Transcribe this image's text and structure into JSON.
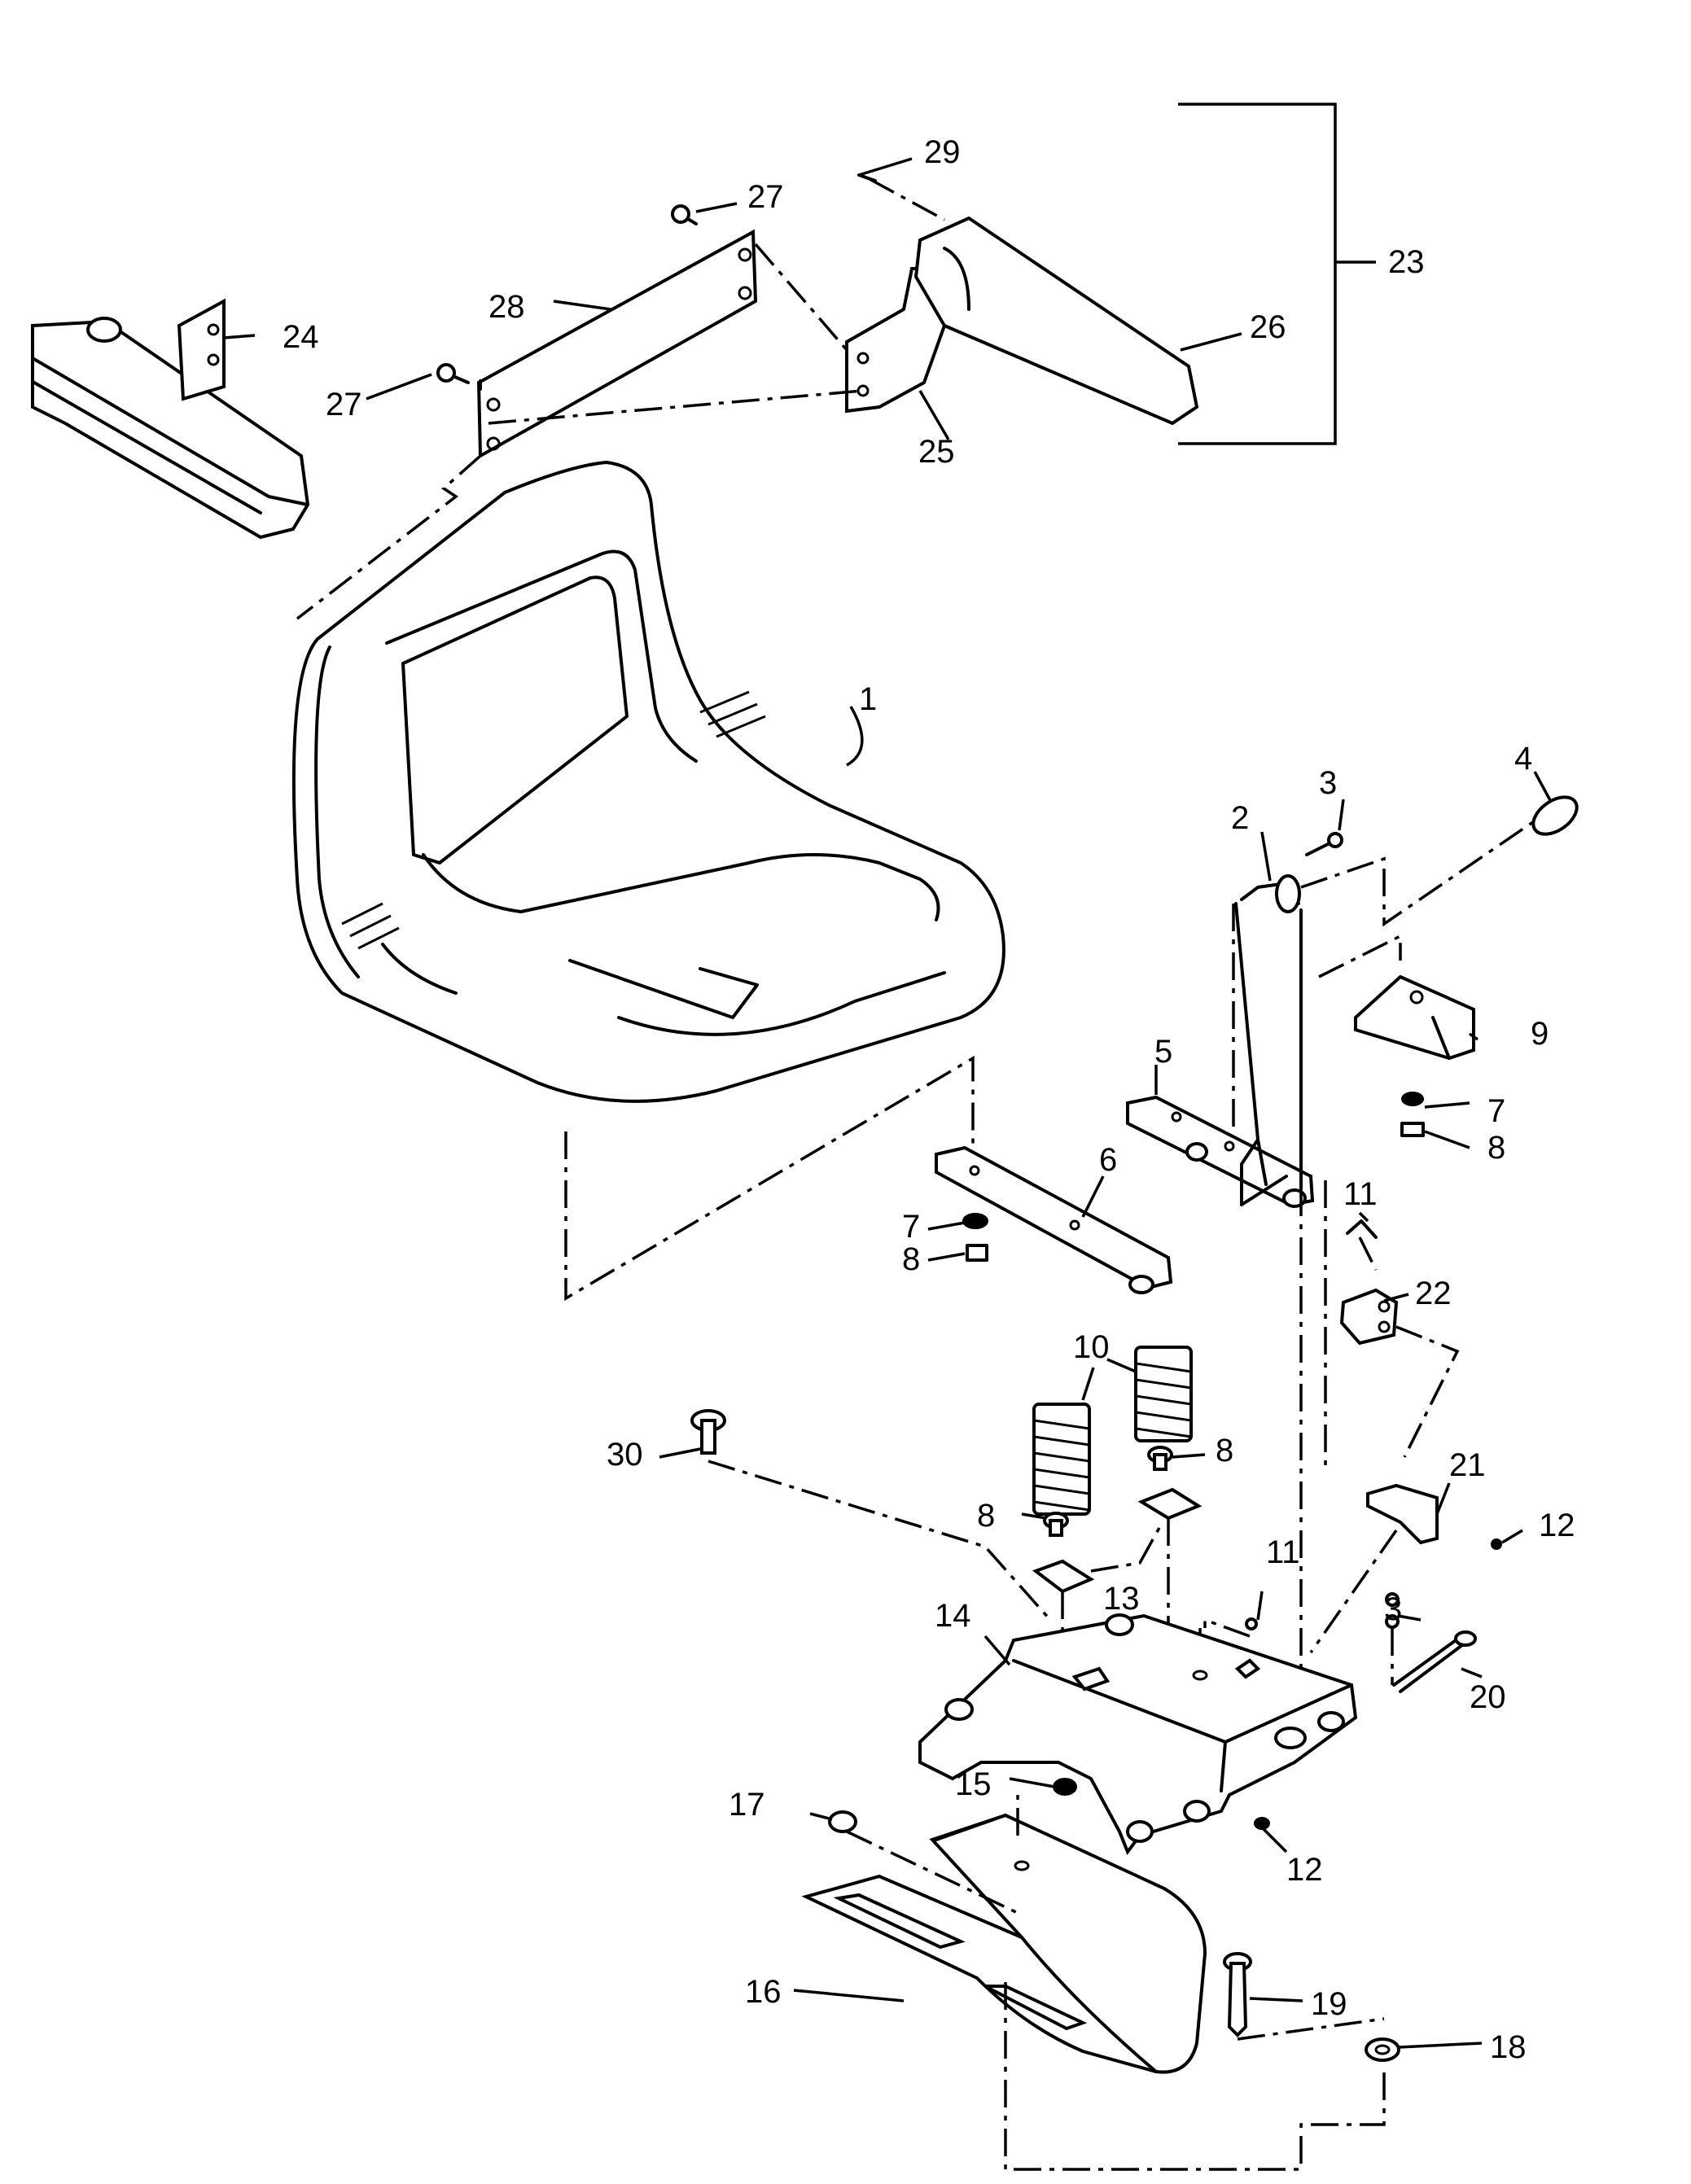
{
  "callouts": {
    "c1": "1",
    "c2": "2",
    "c3a": "3",
    "c3b": "3",
    "c4": "4",
    "c5": "5",
    "c6": "6",
    "c7a": "7",
    "c7b": "7",
    "c8a": "8",
    "c8b": "8",
    "c8c": "8",
    "c8d": "8",
    "c9": "9",
    "c10": "10",
    "c11a": "11",
    "c11b": "11",
    "c12a": "12",
    "c12b": "12",
    "c13": "13",
    "c14": "14",
    "c15": "15",
    "c16": "16",
    "c17": "17",
    "c18": "18",
    "c19": "19",
    "c20": "20",
    "c21": "21",
    "c22": "22",
    "c23": "23",
    "c24": "24",
    "c25": "25",
    "c26": "26",
    "c27a": "27",
    "c27b": "27",
    "c28": "28",
    "c29": "29",
    "c30": "30"
  }
}
